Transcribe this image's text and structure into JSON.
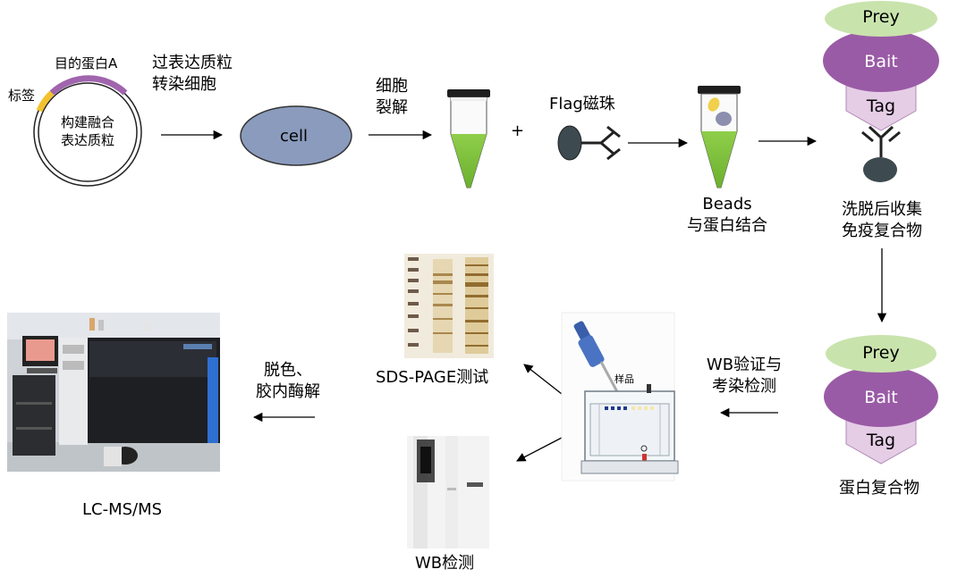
{
  "plasmid": {
    "protein_label": "目的蛋白A",
    "tag_label": "标签",
    "center_line1": "构建融合",
    "center_line2": "表达质粒"
  },
  "steps": {
    "transfect_line1": "过表达质粒",
    "transfect_line2": "转染细胞",
    "cell_label": "cell",
    "lysis_line1": "细胞",
    "lysis_line2": "裂解",
    "plus": "+",
    "flag_beads": "Flag磁珠",
    "beads_line1": "Beads",
    "beads_line2": "与蛋白结合",
    "elute_line1": "洗脱后收集",
    "elute_line2": "免疫复合物",
    "wb_verify_line1": "WB验证与",
    "wb_verify_line2": "考染检测",
    "protein_complex": "蛋白复合物",
    "sds_page": "SDS-PAGE测试",
    "wb_detect": "WB检测",
    "destain_line1": "脱色、",
    "destain_line2": "胶内酶解",
    "lcms": "LC-MS/MS"
  },
  "complex": {
    "prey": "Prey",
    "bait": "Bait",
    "tag": "Tag"
  },
  "apparatus": {
    "sample_label": "样品"
  },
  "colors": {
    "prey": "#c9e3ad",
    "bait": "#9a5ba6",
    "tag": "#e5cde6",
    "cell": "#8a9bbd",
    "liquid_green": "#7fc240",
    "plasmid_purple": "#a065ad",
    "plasmid_tag_yellow": "#f3c22e",
    "bead_dark": "#3d4a50"
  }
}
